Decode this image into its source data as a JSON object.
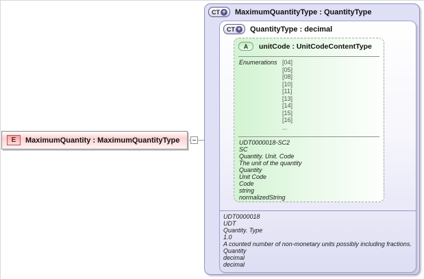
{
  "element": {
    "badge": "E",
    "title": "MaximumQuantity : MaximumQuantityType"
  },
  "outer_ct": {
    "badge": "CT",
    "plus": "+",
    "title": "MaximumQuantityType : QuantityType"
  },
  "inner_ct": {
    "badge": "CT",
    "plus": "+",
    "title": "QuantityType : decimal"
  },
  "attribute": {
    "badge": "A",
    "title": "unitCode : UnitCodeContentType",
    "enumerations_label": "Enumerations",
    "enumerations": [
      "[04]",
      "[05]",
      "[08]",
      "[10]",
      "[11]",
      "[13]",
      "[14]",
      "[15]",
      "[16]",
      "..."
    ],
    "annotation": [
      "UDT0000018-SC2",
      "SC",
      "Quantity. Unit. Code",
      "The unit of the quantity",
      "Quantity",
      "Unit Code",
      "Code",
      "string",
      "normalizedString"
    ]
  },
  "type_annotation": [
    "UDT0000018",
    "UDT",
    "Quantity. Type",
    "1.0",
    "A counted number of non-monetary units possibly including fractions.",
    "Quantity",
    "decimal",
    "decimal"
  ],
  "colors": {
    "outer_fill": "#dfdff6",
    "box_border": "#9090c2",
    "attr_green": "#d2f3d2",
    "element_pink": "#ffd2d2",
    "badge_plus_circle": "#56568c",
    "connector": "#9a9a9a"
  }
}
